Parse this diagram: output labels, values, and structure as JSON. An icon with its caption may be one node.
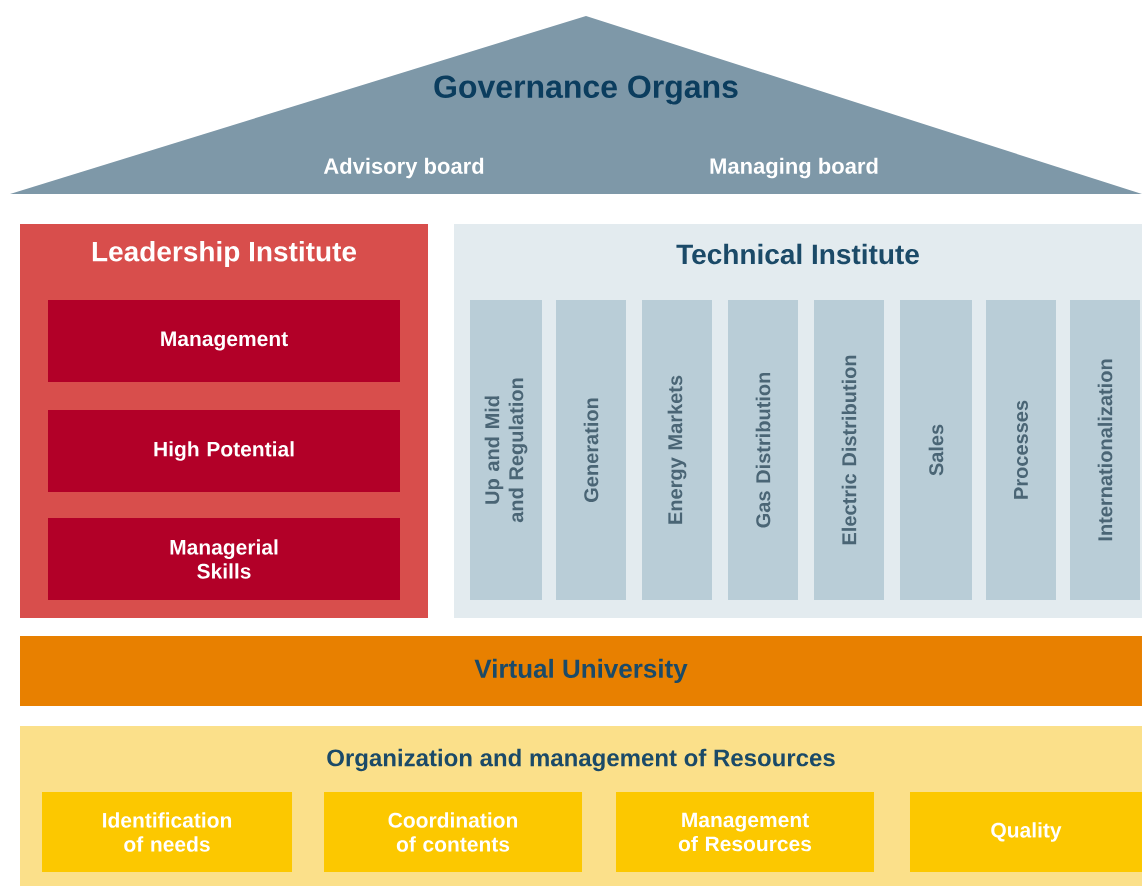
{
  "diagram": {
    "nodes": [
      {
        "text": [
          "Governance Organs",
          "Advisory board",
          "Managing board"
        ]
      },
      {
        "text": [
          "Leadership Institute"
        ]
      },
      {
        "text": [
          "Management"
        ],
        "in": 1
      },
      {
        "text": [
          "High Potential"
        ],
        "in": 1
      },
      {
        "text": [
          "Managerial Skills"
        ],
        "in": 1
      },
      {
        "text": [
          "Technical Institute"
        ]
      },
      {
        "text": [
          "Up and Mid and Regulation"
        ],
        "in": 5
      },
      {
        "text": [
          "Generation"
        ],
        "in": 5
      },
      {
        "text": [
          "Energy Markets"
        ],
        "in": 5
      },
      {
        "text": [
          "Gas Distribution"
        ],
        "in": 5
      },
      {
        "text": [
          "Electric Distribution"
        ],
        "in": 5
      },
      {
        "text": [
          "Sales"
        ],
        "in": 5
      },
      {
        "text": [
          "Processes"
        ],
        "in": 5
      },
      {
        "text": [
          "Internationalization"
        ],
        "in": 5
      },
      {
        "text": [
          "Virtual University"
        ]
      },
      {
        "text": [
          "Organization and management of Resources"
        ]
      },
      {
        "text": [
          "Identification of needs"
        ],
        "in": 15
      },
      {
        "text": [
          "Coordination of contents"
        ],
        "in": 15
      },
      {
        "text": [
          "Management of Resources"
        ],
        "in": 15
      },
      {
        "text": [
          "Quality"
        ],
        "in": 15
      }
    ]
  }
}
